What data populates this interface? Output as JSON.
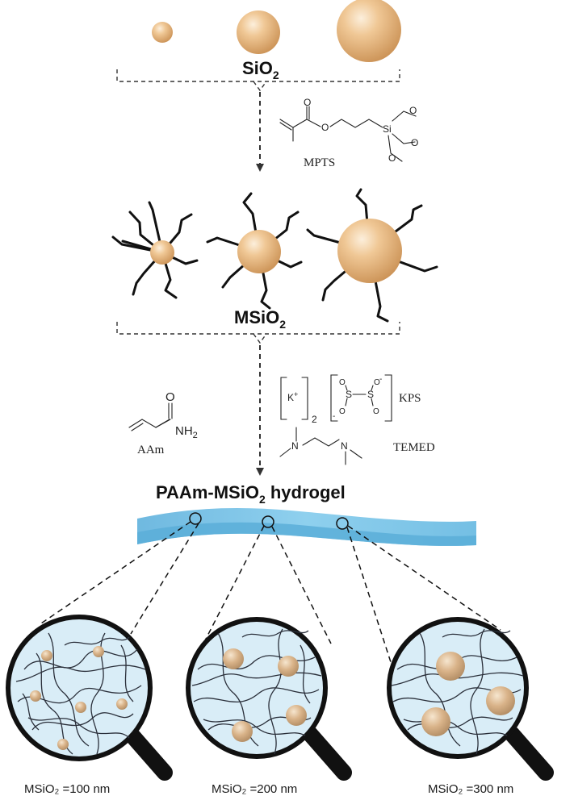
{
  "labels": {
    "silica": "SiO",
    "silica_sub": "2",
    "modified_silica": "MSiO",
    "modified_silica_sub": "2",
    "hydrogel_title_pre": "PAAm-MSiO",
    "hydrogel_title_sub": "2",
    "hydrogel_title_post": " hydrogel"
  },
  "reagents": {
    "mpts": "MPTS",
    "mpts_si": "Si",
    "mpts_o": "O",
    "aam": "AAm",
    "aam_o": "O",
    "aam_nh2": "NH",
    "aam_nh2_sub": "2",
    "kps": "KPS",
    "kps_k": "K",
    "kps_k_sup": "+",
    "kps_count": "2",
    "kps_s": "S",
    "kps_o": "O",
    "kps_minus": "-",
    "temed": "TEMED",
    "temed_n": "N"
  },
  "captions": [
    "MSiO₂ =100 nm",
    "MSiO₂ =200 nm",
    "MSiO₂ =300 nm"
  ],
  "colors": {
    "particle": "#dcaa72",
    "particle_highlight": "#fbe9d2",
    "hydrogel_top": "#7cc4e6",
    "hydrogel_side": "#4ea6d3",
    "lens_fill": "#d9edf7",
    "handle": "#111111"
  }
}
